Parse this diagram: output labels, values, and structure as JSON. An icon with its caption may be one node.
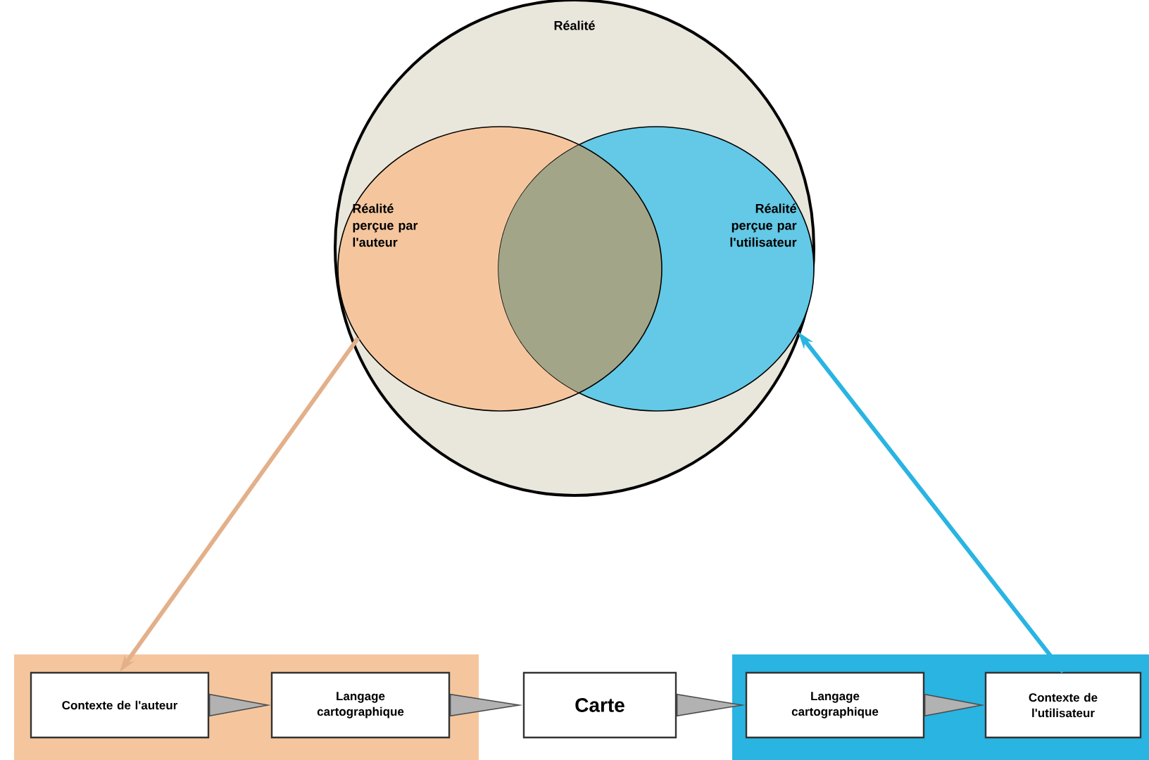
{
  "diagram": {
    "nodes": [
      {
        "text": [
          "Réalité"
        ]
      },
      {
        "text": [
          "Réalité perçue par l'auteur"
        ],
        "in": 0
      },
      {
        "text": [
          "Réalité perçue par l'utilisateur"
        ],
        "in": 0
      },
      {
        "text": [],
        "shape": "box"
      },
      {
        "text": [
          "Contexte de l'auteur"
        ],
        "in": 3
      },
      {
        "text": [
          "Langage cartographique"
        ],
        "in": 3
      },
      {
        "text": [
          "Carte"
        ]
      },
      {
        "text": [],
        "shape": "box"
      },
      {
        "text": [
          "Langage cartographique"
        ],
        "in": 7
      },
      {
        "text": [
          "Contexte de l'utilisateur"
        ],
        "in": 7
      }
    ],
    "edges": [
      {
        "from": 1,
        "to": 4,
        "arrow": "to",
        "color": "#e3b08a"
      },
      {
        "from": 4,
        "to": 5,
        "arrow": "to"
      },
      {
        "from": 5,
        "to": 6,
        "arrow": "to"
      },
      {
        "from": 6,
        "to": 8,
        "arrow": "to"
      },
      {
        "from": 8,
        "to": 9,
        "arrow": "to"
      },
      {
        "from": 9,
        "to": 2,
        "arrow": "to",
        "color": "#29b4e2"
      }
    ]
  }
}
